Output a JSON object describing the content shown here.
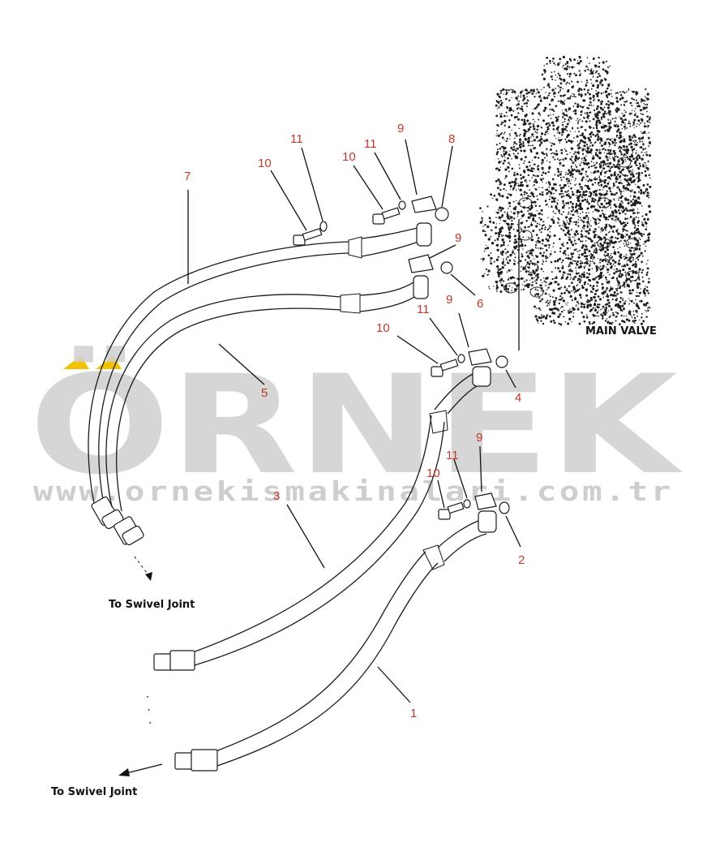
{
  "diagram": {
    "labels": {
      "main_valve": "MAIN VALVE",
      "swivel_joint_upper": "To Swivel Joint",
      "swivel_joint_lower": "To Swivel Joint"
    },
    "callouts": [
      "7",
      "10",
      "11",
      "10",
      "11",
      "9",
      "8",
      "9",
      "6",
      "5",
      "11",
      "9",
      "10",
      "4",
      "9",
      "11",
      "10",
      "3",
      "2",
      "1"
    ],
    "watermark": {
      "brand": "ÖRNEK",
      "url": "www.ornekismakinalari.com.tr",
      "accent_color": "#f2c200"
    }
  }
}
